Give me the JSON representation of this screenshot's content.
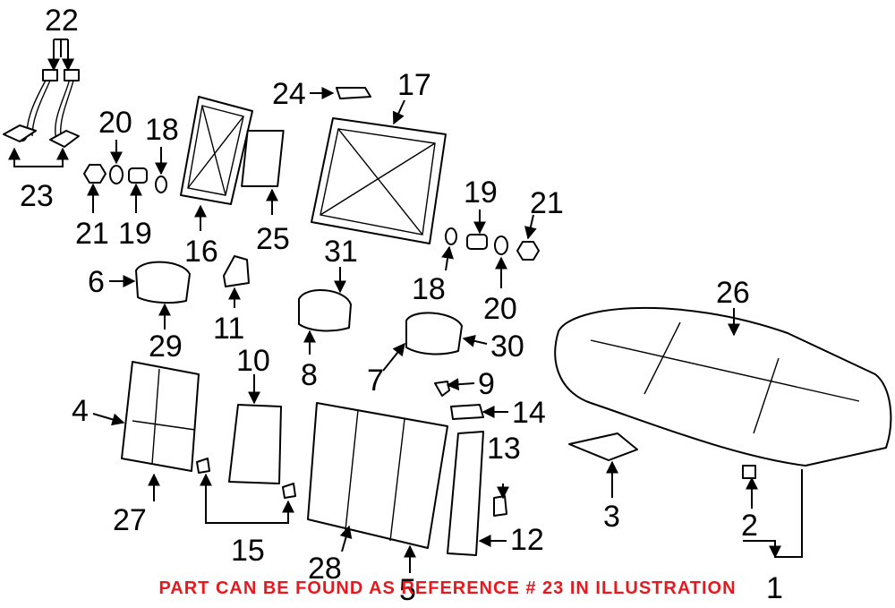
{
  "diagram": {
    "note_color": "#e8181e",
    "footer_note": "PART CAN BE FOUND AS REFERENCE # 23 IN ILLUSTRATION",
    "callouts": {
      "c1": "1",
      "c2": "2",
      "c3": "3",
      "c4": "4",
      "c5": "5",
      "c6": "6",
      "c7": "7",
      "c8": "8",
      "c9": "9",
      "c10": "10",
      "c11": "11",
      "c12": "12",
      "c13": "13",
      "c14": "14",
      "c15": "15",
      "c16": "16",
      "c17": "17",
      "c18a": "18",
      "c18b": "18",
      "c19a": "19",
      "c19b": "19",
      "c20a": "20",
      "c20b": "20",
      "c21a": "21",
      "c21b": "21",
      "c22": "22",
      "c23": "23",
      "c24": "24",
      "c25": "25",
      "c26": "26",
      "c27": "27",
      "c28": "28",
      "c29": "29",
      "c30": "30",
      "c31": "31"
    }
  }
}
